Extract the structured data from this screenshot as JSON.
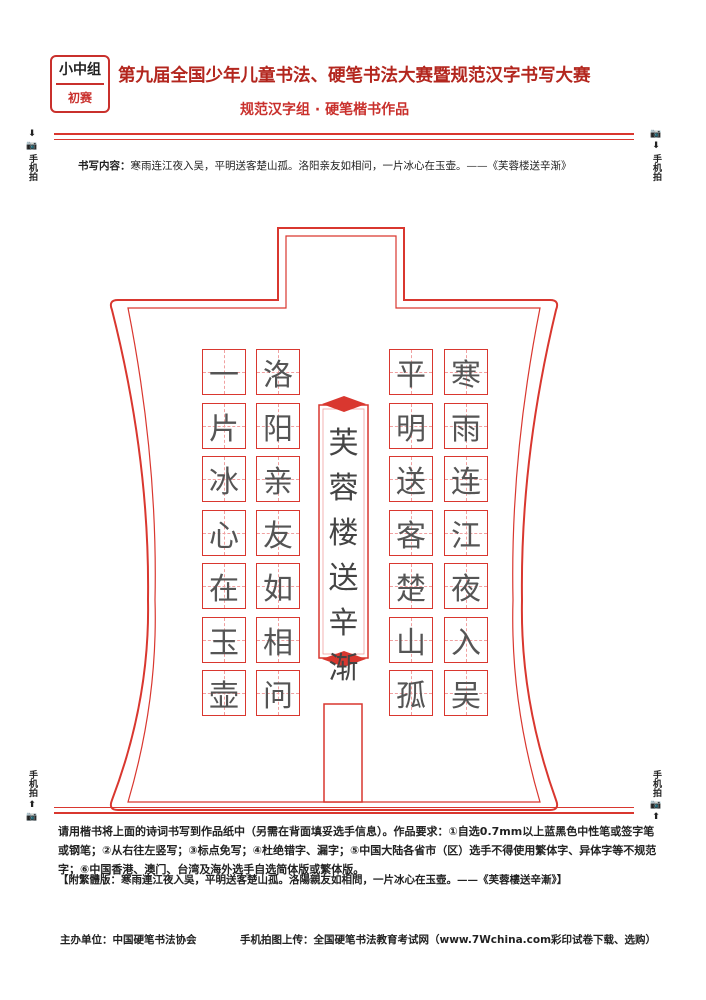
{
  "badge": {
    "group": "小中组",
    "stage": "初赛"
  },
  "header": {
    "title": "第九届全国少年儿童书法、硬笔书法大赛暨规范汉字书写大赛",
    "subtitle": "规范汉字组 · 硬笔楷书作品"
  },
  "side_labels": {
    "tl": "手机拍",
    "tr": "手机拍",
    "bl": "手机拍",
    "br": "手机拍"
  },
  "content_line": {
    "label": "书写内容：",
    "text": "寒雨连江夜入吴，平明送客楚山孤。洛阳亲友如相问，一片冰心在玉壶。——《芙蓉楼送辛渐》"
  },
  "poem_columns": [
    [
      "寒",
      "雨",
      "连",
      "江",
      "夜",
      "入",
      "吴"
    ],
    [
      "平",
      "明",
      "送",
      "客",
      "楚",
      "山",
      "孤"
    ],
    [
      "洛",
      "阳",
      "亲",
      "友",
      "如",
      "相",
      "问"
    ],
    [
      "一",
      "片",
      "冰",
      "心",
      "在",
      "玉",
      "壶"
    ]
  ],
  "scroll_title": "芙蓉楼送辛渐",
  "instructions": {
    "text": "请用楷书将上面的诗词书写到作品纸中（另需在背面填妥选手信息）。作品要求：①自选0.7mm以上蓝黑色中性笔或签字笔或钢笔；②从右往左竖写；③标点免写；④杜绝错字、漏字；⑤中国大陆各省市（区）选手不得使用繁体字、异体字等不规范字；⑥中国香港、澳门、台湾及海外选手自选简体版或繁体版。",
    "traditional": "【附繁體版：寒雨連江夜入吳，平明送客楚山孤。洛陽親友如相問，一片冰心在玉壺。——《芙蓉樓送辛漸》】"
  },
  "footer": {
    "organizer": "主办单位：中国硬笔书法协会",
    "upload": "手机拍图上传：全国硬笔书法教育考试网（www.7Wchina.com彩印试卷下载、选购）"
  },
  "colors": {
    "accent": "#d9372f",
    "title": "#b3261e"
  }
}
